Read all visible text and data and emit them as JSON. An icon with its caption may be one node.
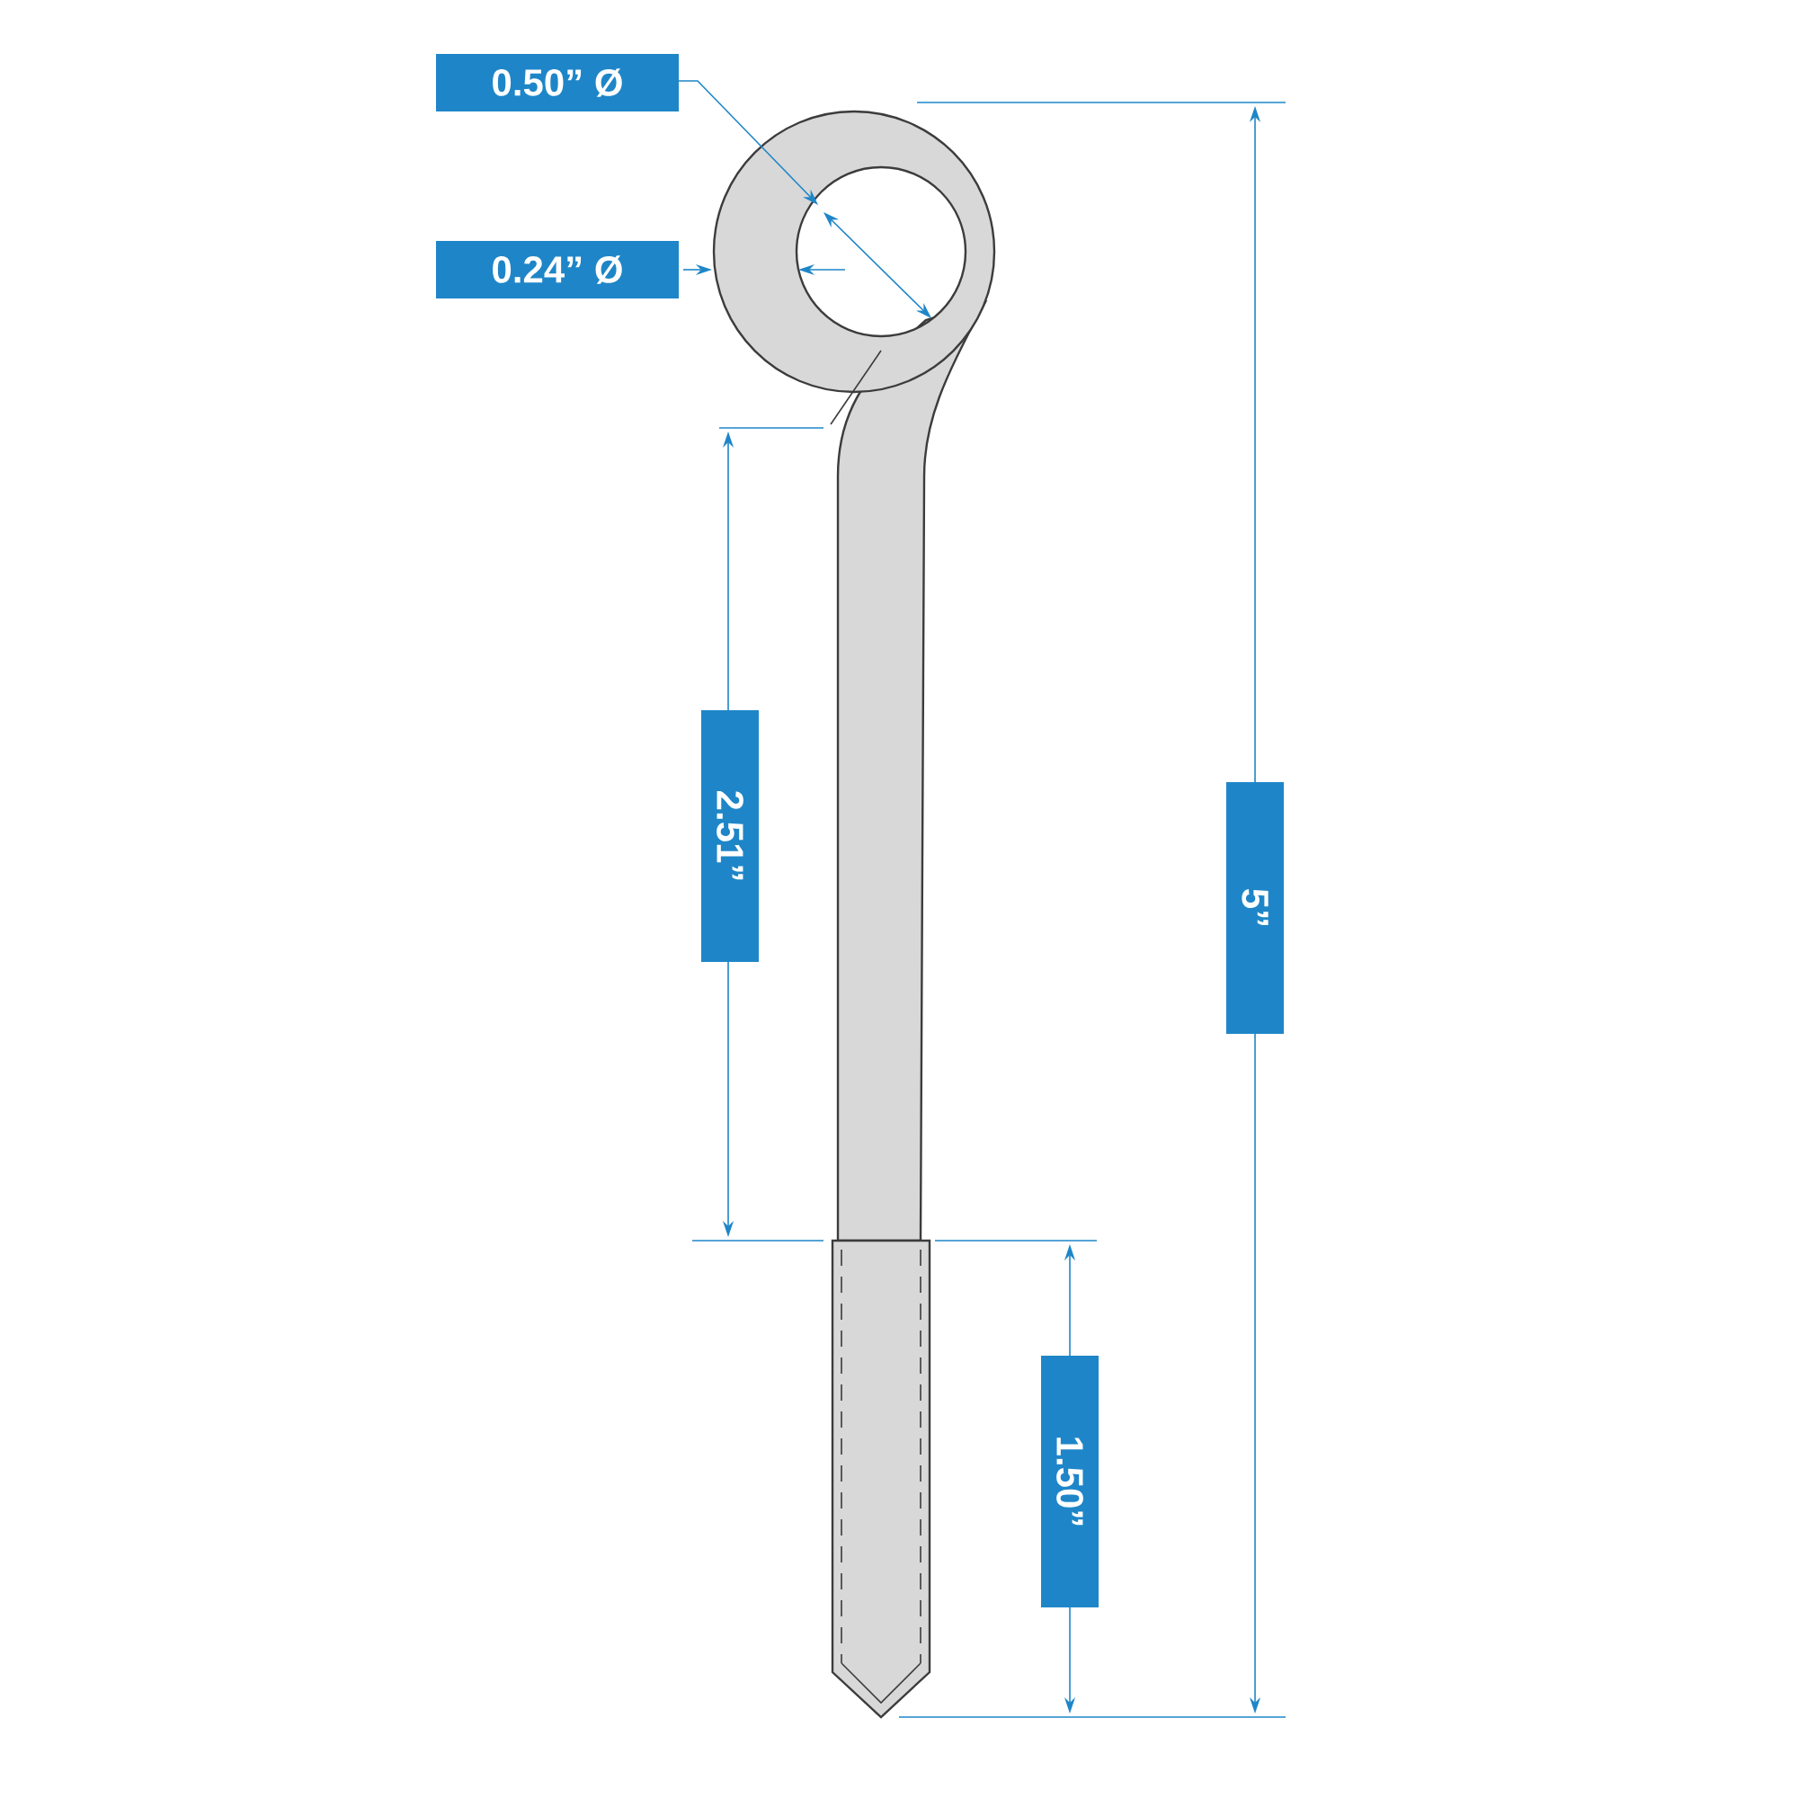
{
  "diagram": {
    "labels": [
      "0.50” Ø",
      "0.24” Ø",
      "2.51”",
      "5”",
      "1.50”"
    ]
  }
}
